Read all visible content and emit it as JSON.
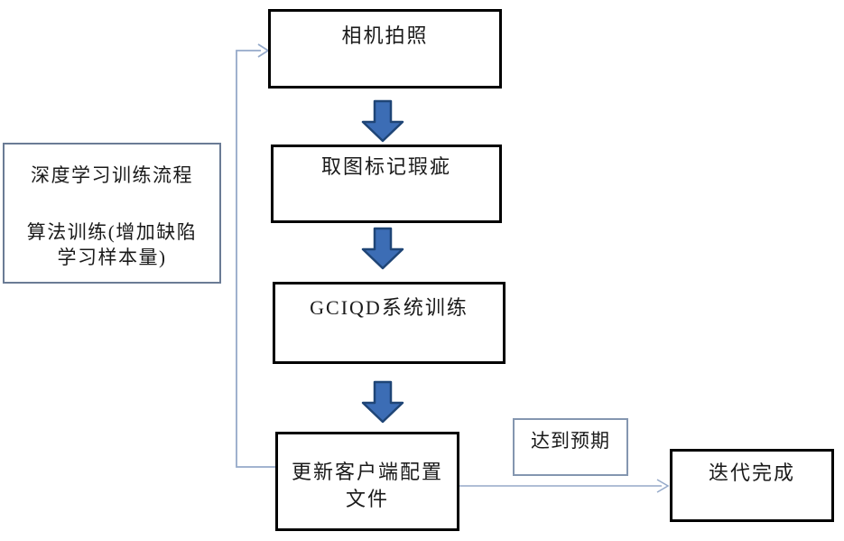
{
  "diagram": {
    "steps": {
      "camera": "相机拍照",
      "mark_defects": "取图标记瑕疵",
      "system_training": "GCIQD系统训练",
      "update_config_line1": "更新客户端配置",
      "update_config_line2": "文件"
    },
    "side_note": {
      "line1": "深度学习训练流程",
      "line2": "算法训练(增加缺陷",
      "line3": "学习样本量)"
    },
    "condition_label": "达到预期",
    "result": "迭代完成"
  },
  "colors": {
    "box_border": "#000000",
    "left_box_border": "#6a7b95",
    "expect_box_border": "#8496b0",
    "connector": "#95a9c9",
    "arrow_fill": "#3c6db5",
    "arrow_outline": "#1f4576"
  }
}
